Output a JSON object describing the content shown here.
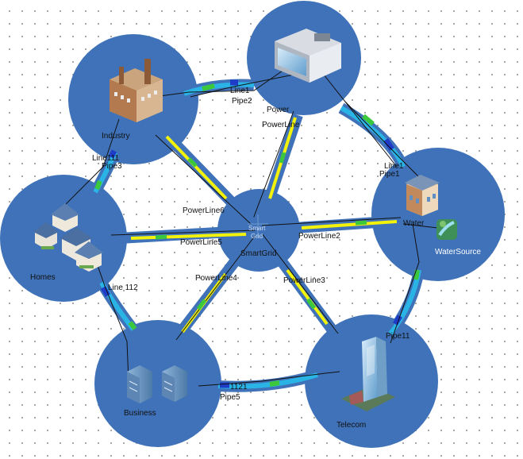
{
  "hub": {
    "name": "SmartGrid",
    "icon_text_1": "Smart",
    "icon_text_2": "Grid"
  },
  "nodes": {
    "industry": {
      "name": "Industry",
      "icon": "factory-icon"
    },
    "power": {
      "name": "Power",
      "icon": "power-plant-icon"
    },
    "water": {
      "name": "Water",
      "icon": "water-building-icon"
    },
    "watersource": {
      "name": "WaterSource",
      "icon": "water-source-icon"
    },
    "telecom": {
      "name": "Telecom",
      "icon": "skyscraper-icon"
    },
    "business": {
      "name": "Business",
      "icon": "office-towers-icon"
    },
    "homes": {
      "name": "Homes",
      "icon": "houses-icon"
    }
  },
  "spokes": {
    "powerline1": "PowerLine",
    "powerline1_top": "Power",
    "powerline2": "PowerLine2",
    "powerline3": "PowerLine3",
    "powerline4": "PowerLine4",
    "powerline5": "PowerLine5",
    "powerline6": "PowerLine6"
  },
  "ring_labels": {
    "line1_top": "Line1",
    "pipe2": "Pipe2",
    "line1_right": "Line1",
    "pipe1": "Pipe1",
    "pipe11": "Pipe11",
    "line1121": "1121",
    "pipe5": "Pipe5",
    "line112": "Line 112",
    "line111": "Line111",
    "pipe3": "Pipe3"
  },
  "colors": {
    "node_fill": "#3f72b8",
    "line_yellow": "#f2f20a",
    "line_green": "#3cc83c",
    "pipe_cyan": "#2ab4e6",
    "pipe_blue": "#1e3cc8"
  }
}
